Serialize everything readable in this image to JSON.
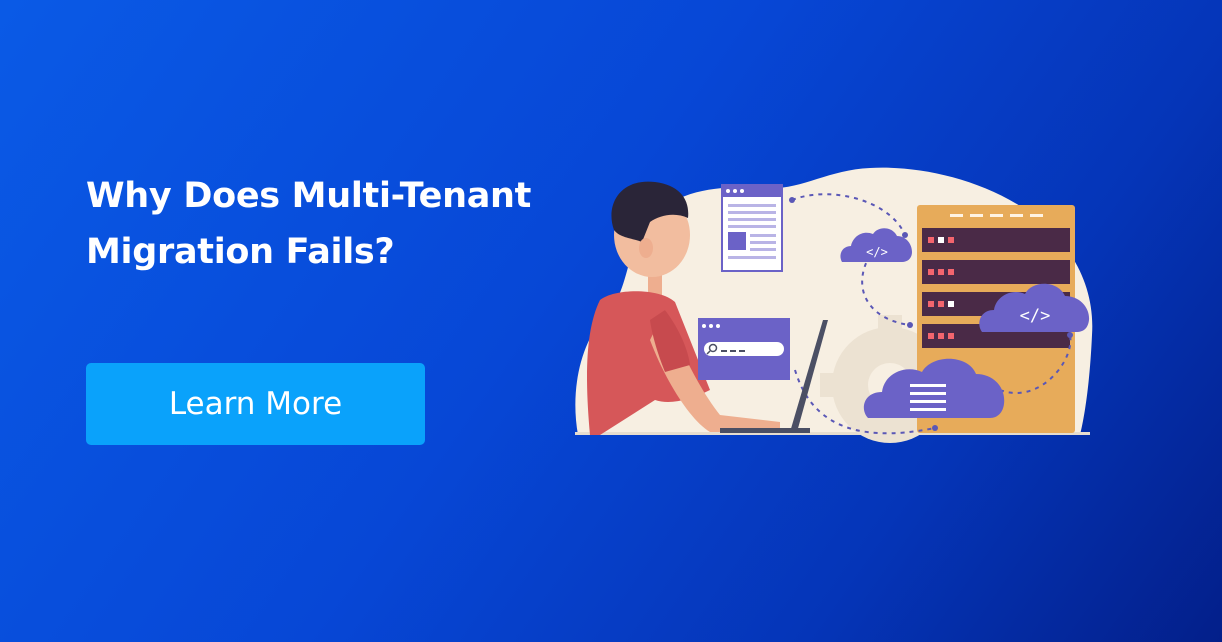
{
  "banner": {
    "headline_line1": "Why Does Multi-Tenant",
    "headline_line2": "Migration Fails?",
    "cta_label": "Learn More"
  },
  "illustration": {
    "code_icon_small": "</>",
    "code_icon_large": "</>",
    "icons": [
      "person-illustration",
      "laptop-icon",
      "search-window-icon",
      "document-window-icon",
      "server-rack-icon",
      "cloud-code-icon",
      "cloud-list-icon"
    ]
  },
  "colors": {
    "background_start": "#0a5ae6",
    "background_end": "#031f8a",
    "cta_background": "#0aa2fb",
    "text": "#ffffff",
    "accent_purple": "#6b62c7",
    "server_orange": "#e7ab5a",
    "blob_cream": "#f7efe2"
  }
}
